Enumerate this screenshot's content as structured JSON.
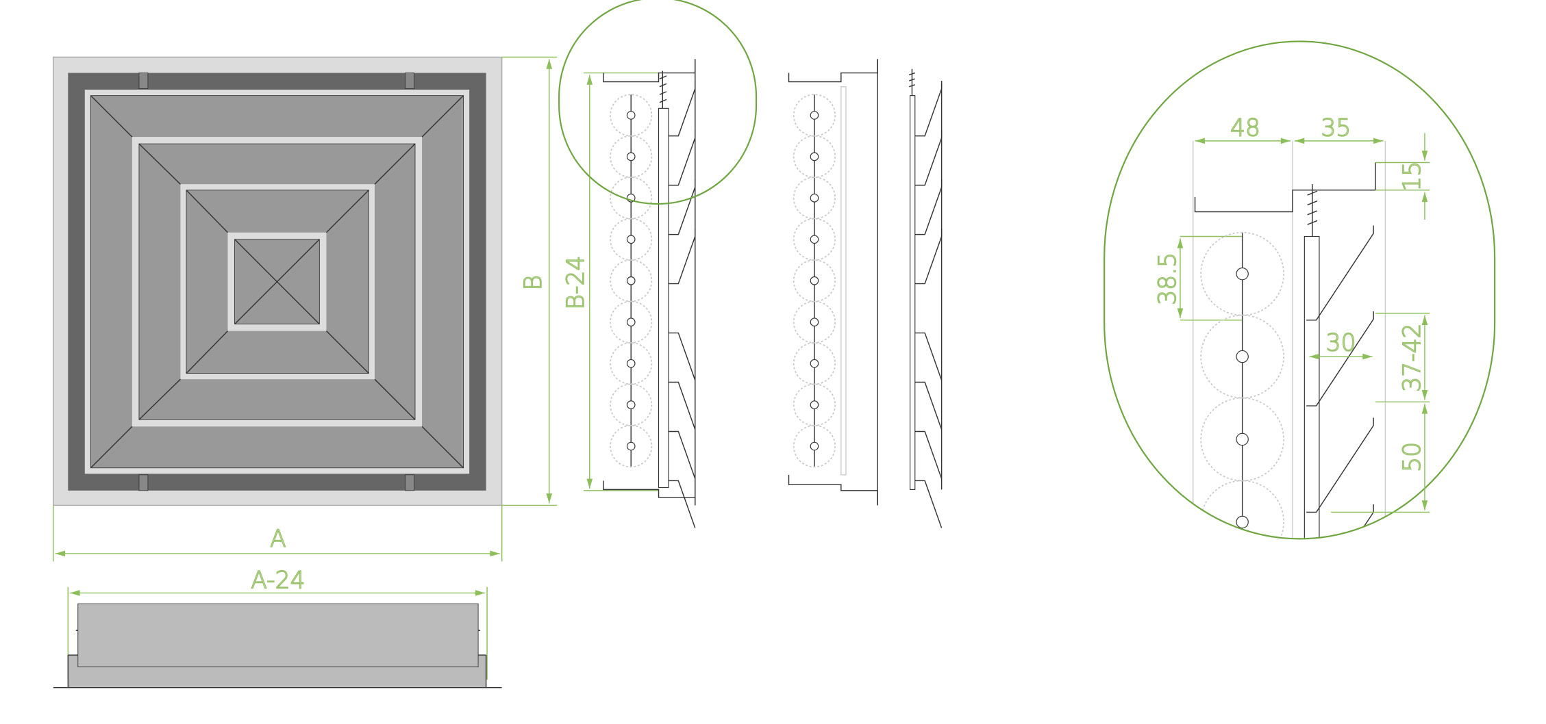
{
  "front_view": {
    "dimension_width": "A",
    "dimension_height": "B",
    "dimension_inner_height": "B-24"
  },
  "bottom_view": {
    "dimension_inner_width": "A-24"
  },
  "detail_view": {
    "dim_48": "48",
    "dim_35": "35",
    "dim_15": "15",
    "dim_38_5": "38.5",
    "dim_30": "30",
    "dim_37_42": "37-42",
    "dim_50": "50"
  },
  "colors": {
    "dimension": "#8cbf5a",
    "magnifier": "#6ea53f",
    "frame_dark": "#666666",
    "panel": "#999999",
    "outer": "#dcdcdc"
  }
}
